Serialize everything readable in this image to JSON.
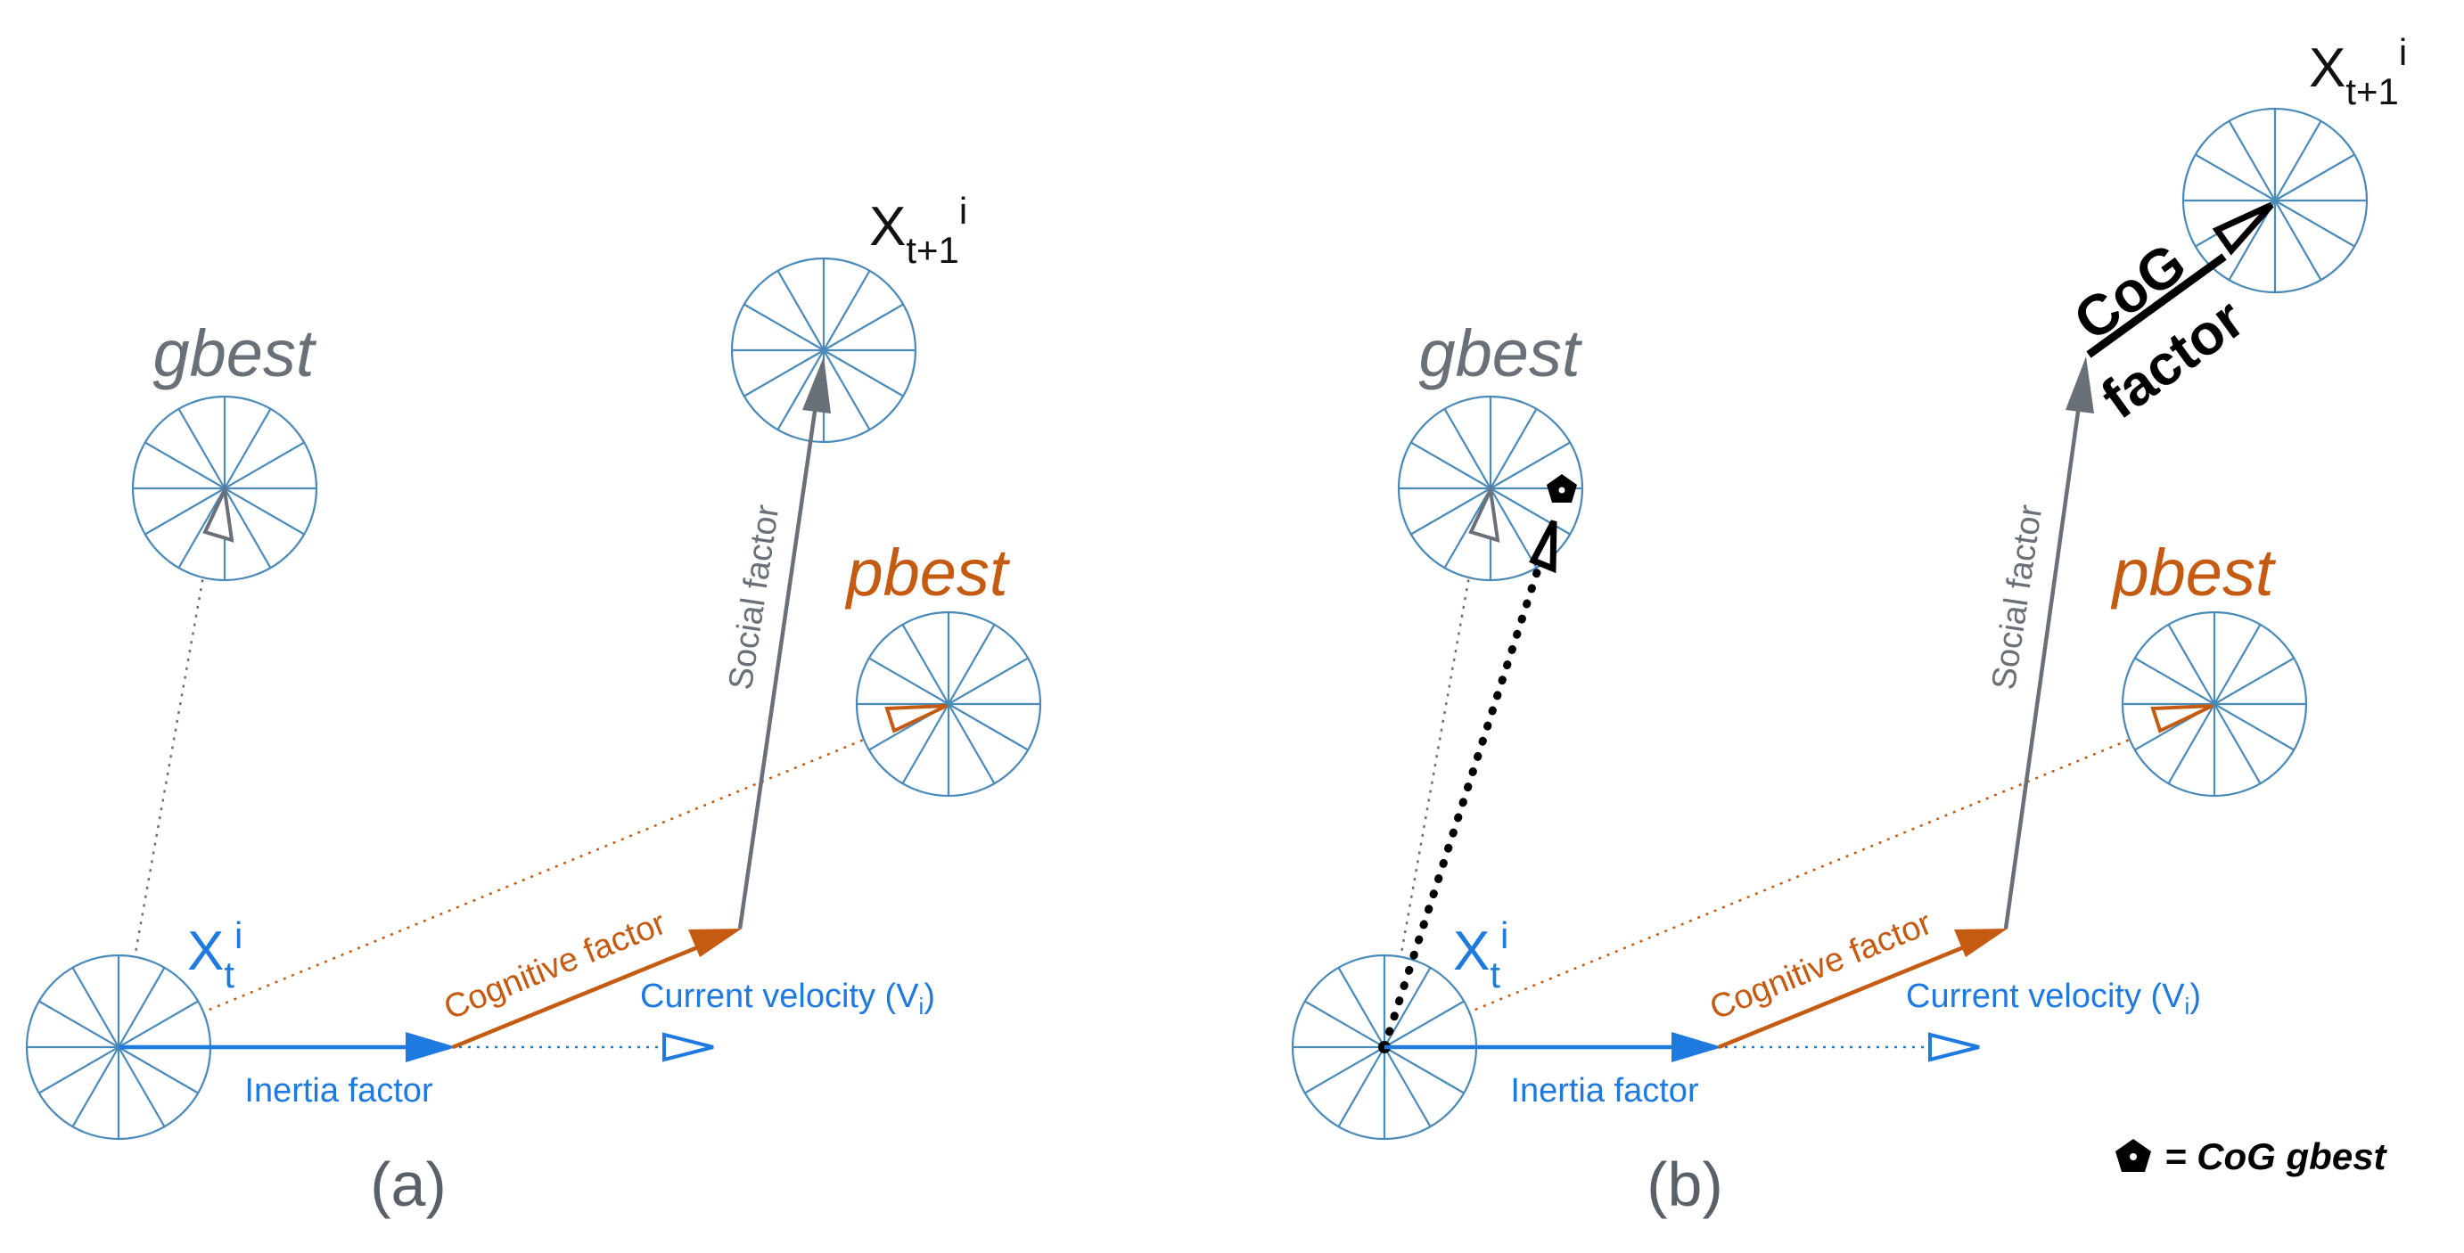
{
  "panels": [
    {
      "id": "a",
      "caption": "(a)",
      "gbest_label": "gbest",
      "pbest_label": "pbest",
      "x_current": {
        "base": "X",
        "sub": "t",
        "sup": "i"
      },
      "x_next": {
        "base": "X",
        "sub": "t+1",
        "sup": "i"
      },
      "inertia_label": "Inertia factor",
      "cognitive_label": "Cognitive factor",
      "social_label": "Social factor",
      "velocity_label": "Current velocity (V",
      "velocity_sub": "i",
      "velocity_close": ")"
    },
    {
      "id": "b",
      "caption": "(b)",
      "gbest_label": "gbest",
      "pbest_label": "pbest",
      "x_current": {
        "base": "X",
        "sub": "t",
        "sup": "i"
      },
      "x_next": {
        "base": "X",
        "sub": "t+1",
        "sup": "i"
      },
      "inertia_label": "Inertia factor",
      "cognitive_label": "Cognitive factor",
      "social_label": "Social factor",
      "velocity_label": "Current velocity (V",
      "velocity_sub": "i",
      "velocity_close": ")",
      "cog_line1": "CoG",
      "cog_line2": "factor"
    }
  ],
  "legend": {
    "symbol": "pentagon",
    "text": "= CoG gbest"
  },
  "colors": {
    "blue": "#1f7ae0",
    "orange": "#c55a11",
    "gray": "#6a7078",
    "wheel": "#4a8ab8",
    "black": "#000000"
  }
}
